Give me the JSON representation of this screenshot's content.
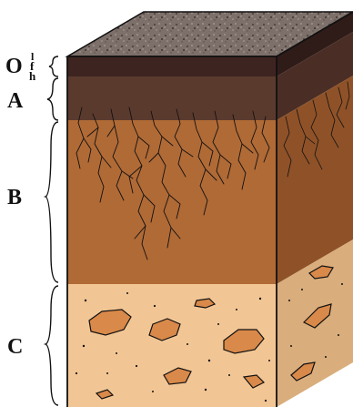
{
  "horizons": {
    "o": {
      "letter": "O",
      "sub_top": "l",
      "sub_mid": "f",
      "sub_bottom": "h"
    },
    "a": "A",
    "b": "B",
    "c": "C"
  },
  "colors": {
    "top_surface": "#7a6d66",
    "o_front": "#3e2420",
    "o_side": "#2f1c19",
    "a_front": "#5b3a2e",
    "a_side": "#4a2e25",
    "b_front": "#b06a36",
    "b_side": "#8f5228",
    "c_front": "#f2c694",
    "c_side": "#d9ad7c",
    "rock_fill": "#d9894a",
    "roots": "#111111"
  }
}
